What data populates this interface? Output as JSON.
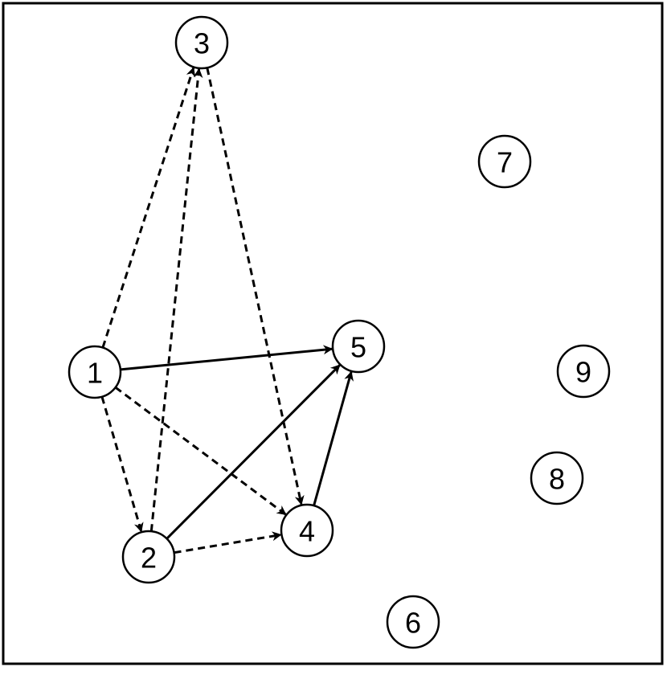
{
  "colors": {
    "background": "#ffffff",
    "stroke": "#000000"
  },
  "nodes": [
    {
      "id": "1",
      "label": "1"
    },
    {
      "id": "2",
      "label": "2"
    },
    {
      "id": "3",
      "label": "3"
    },
    {
      "id": "4",
      "label": "4"
    },
    {
      "id": "5",
      "label": "5"
    },
    {
      "id": "6",
      "label": "6"
    },
    {
      "id": "7",
      "label": "7"
    },
    {
      "id": "8",
      "label": "8"
    },
    {
      "id": "9",
      "label": "9"
    }
  ],
  "edges": [
    {
      "from": "1",
      "to": "5",
      "style": "solid"
    },
    {
      "from": "2",
      "to": "5",
      "style": "solid"
    },
    {
      "from": "4",
      "to": "5",
      "style": "solid"
    },
    {
      "from": "1",
      "to": "3",
      "style": "dashed"
    },
    {
      "from": "2",
      "to": "3",
      "style": "dashed"
    },
    {
      "from": "3",
      "to": "4",
      "style": "dashed"
    },
    {
      "from": "1",
      "to": "2",
      "style": "dashed"
    },
    {
      "from": "1",
      "to": "4",
      "style": "dashed"
    },
    {
      "from": "2",
      "to": "4",
      "style": "dashed"
    }
  ]
}
